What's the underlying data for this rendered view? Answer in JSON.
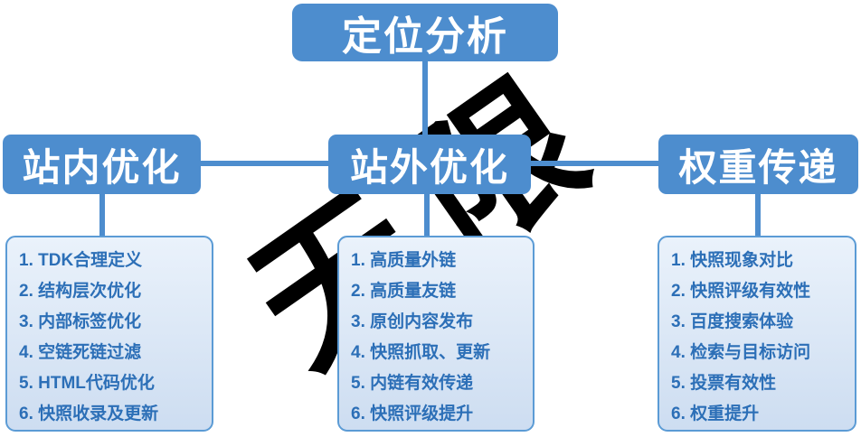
{
  "root": {
    "title": "定位分析"
  },
  "branches": [
    {
      "label": "站内优化",
      "items": [
        "1. TDK合理定义",
        "2. 结构层次优化",
        "3. 内部标签优化",
        "4. 空链死链过滤",
        "5. HTML代码优化",
        "6. 快照收录及更新"
      ]
    },
    {
      "label": "站外优化",
      "items": [
        "1. 高质量外链",
        "2. 高质量友链",
        "3. 原创内容发布",
        "4. 快照抓取、更新",
        "5. 内链有效传递",
        "6. 快照评级提升"
      ]
    },
    {
      "label": "权重传递",
      "items": [
        "1. 快照现象对比",
        "2. 快照评级有效性",
        "3. 百度搜索体验",
        "4. 检索与目标访问",
        "5. 投票有效性",
        "6. 权重提升"
      ]
    }
  ],
  "watermark": {
    "text": "无限"
  },
  "colors": {
    "box": "#4d8dce",
    "border": "#5b9bd5",
    "panelTop": "#eaf2fb",
    "panelBottom": "#cdddf1",
    "itemText": "#2c6fb7",
    "line": "#4d8dce",
    "watermark": "#000000"
  }
}
